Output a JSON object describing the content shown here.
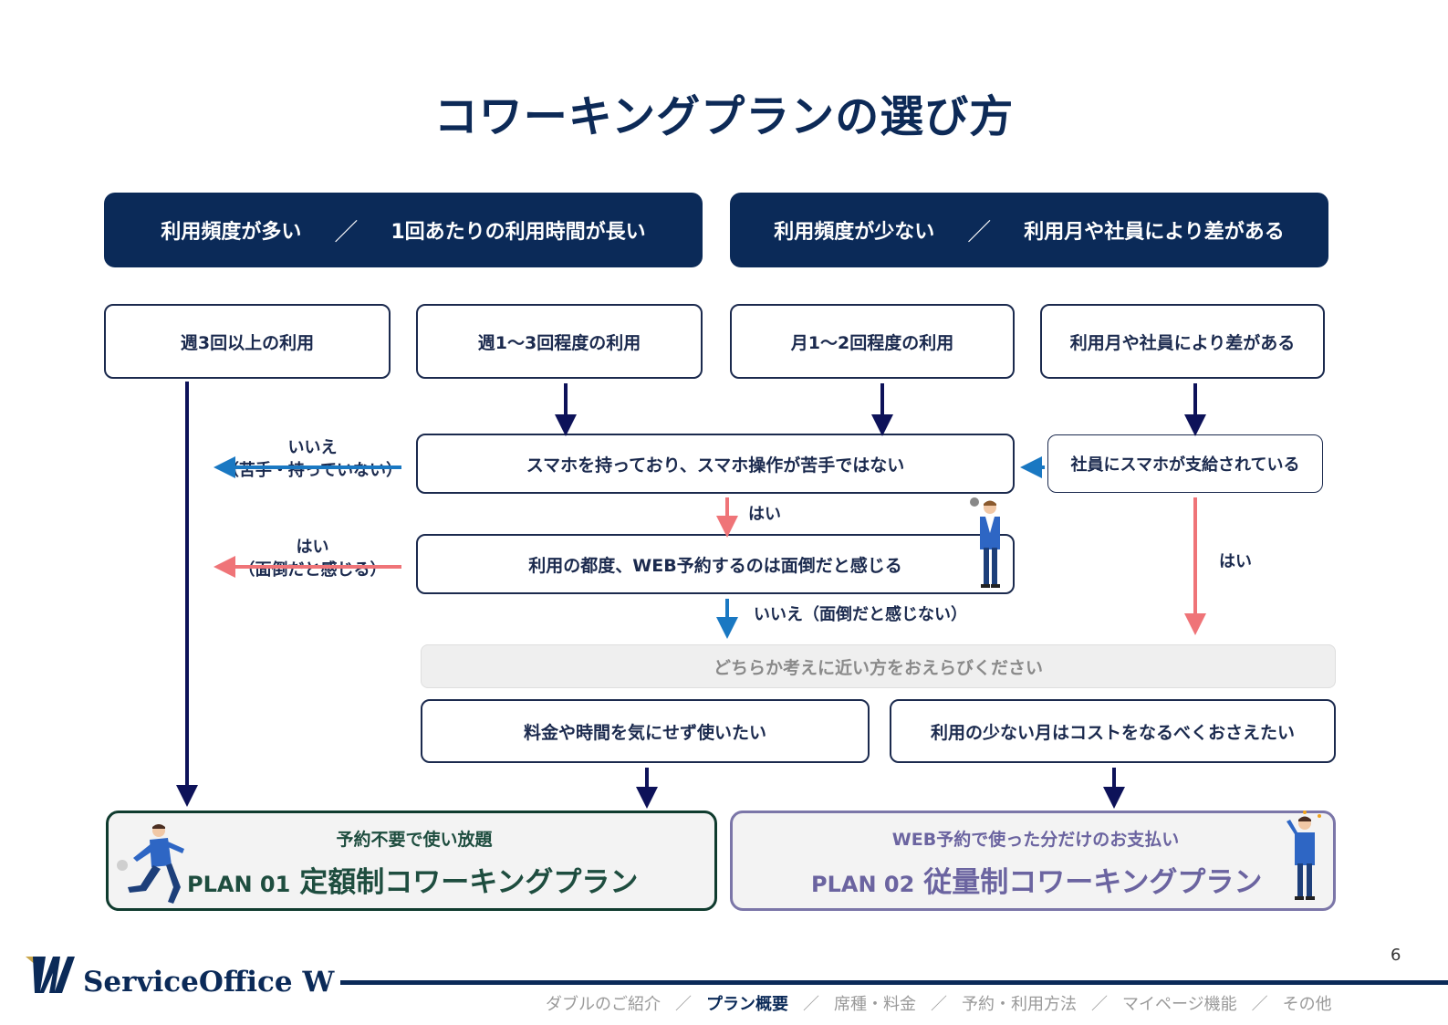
{
  "title": "コワーキングプランの選び方",
  "banners": {
    "left": {
      "a": "利用頻度が多い",
      "sep": "／",
      "b": "1回あたりの利用時間が長い"
    },
    "right": {
      "a": "利用頻度が少ない",
      "sep": "／",
      "b": "利用月や社員により差がある"
    }
  },
  "boxes": {
    "weekly3": "週3回以上の利用",
    "weekly13": "週1〜3回程度の利用",
    "monthly12": "月1〜2回程度の利用",
    "varies": "利用月や社員により差がある",
    "smartphone": "スマホを持っており、スマホ操作が苦手ではない",
    "company_phone": "社員にスマホが支給されている",
    "web_hassle": "利用の都度、WEB予約するのは面倒だと感じる",
    "opt1": "料金や時間を気にせず使いたい",
    "opt2": "利用の少ない月はコストをなるべくおさえたい"
  },
  "labels": {
    "no1_a": "いいえ",
    "no1_b": "（苦手・持っていない）",
    "yes1": "はい",
    "yes2_a": "はい",
    "yes2_b": "（面倒だと感じる）",
    "no2": "いいえ（面倒だと感じない）",
    "yes3": "はい"
  },
  "choice_prompt": "どちらか考えに近い方をおえらびください",
  "plans": [
    {
      "subtitle": "予約不要で使い放題",
      "number": "PLAN 01",
      "name": "定額制コワーキングプラン"
    },
    {
      "subtitle": "WEB予約で使った分だけのお支払い",
      "number": "PLAN 02",
      "name": "従量制コワーキングプラン"
    }
  ],
  "footer": {
    "logo_text": "ServiceOffice W",
    "nav": [
      "ダブルのご紹介",
      "プラン概要",
      "席種・料金",
      "予約・利用方法",
      "マイページ機能",
      "その他"
    ],
    "nav_separator": "／",
    "active_nav": "プラン概要",
    "page_number": "6"
  },
  "colors": {
    "navy": "#0b2a58",
    "arrow_navy": "#0d1259",
    "arrow_blue": "#1a78c2",
    "arrow_pink": "#ef7478",
    "plan1_border": "#0f3b2e",
    "plan1_text": "#1e4d3f",
    "plan2_border": "#7b76a8",
    "plan2_text": "#6b64a0"
  },
  "icons": [
    "businessman-running-icon",
    "businessman-thinking-icon",
    "businessman-pointing-icon",
    "logo-w-icon"
  ]
}
